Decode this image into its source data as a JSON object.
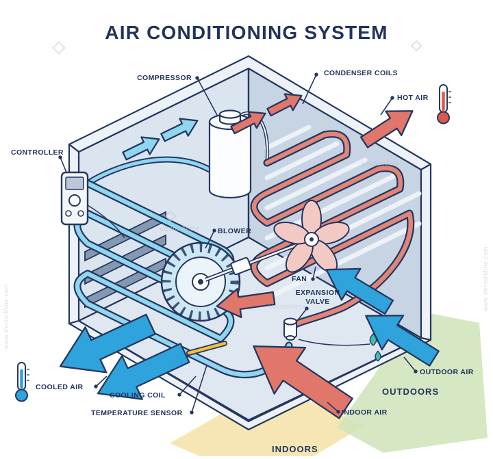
{
  "title": "AIR CONDITIONING SYSTEM",
  "labels": {
    "compressor": "COMPRESSOR",
    "condenser_coils": "CONDENSER COILS",
    "hot_air": "HOT AIR",
    "controller": "CONTROLLER",
    "blower": "BLOWER",
    "fan": "FAN",
    "expansion_valve_line1": "EXPANSION",
    "expansion_valve_line2": "VALVE",
    "outdoor_air": "OUTDOOR AIR",
    "outdoors": "OUTDOORS",
    "cooled_air": "COOLED AIR",
    "cooling_coil": "COOLING COIL",
    "temperature_sensor": "TEMPERATURE SENSOR",
    "indoor_air": "INDOOR AIR",
    "indoors": "INDOORS"
  },
  "watermark": {
    "name": "VectorMine",
    "url": "www.VectorMine.com"
  },
  "colors": {
    "ink": "#26375f",
    "cool": "#2ea3dc",
    "cool_light": "#8fd6f0",
    "hot": "#e0776a",
    "hot_pipe": "#e08577",
    "fan_pink": "#f3c9c4",
    "blower_blue": "#cde8f4",
    "sensor_yellow": "#f0c042",
    "indoors_floor": "#f2e0a0",
    "outdoors_floor": "#cfe4b8",
    "drop_teal": "#3fbdb5",
    "thermo_hot": "#dd5a4a"
  }
}
